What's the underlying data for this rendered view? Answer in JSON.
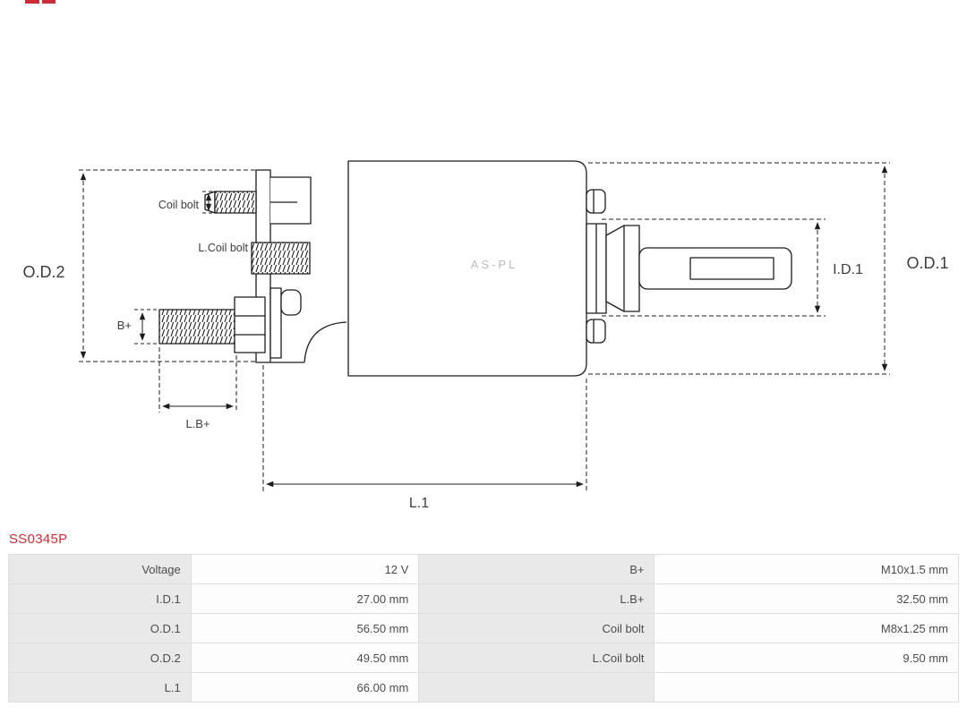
{
  "page": {
    "part_number": "SS0345P",
    "accent_color": "#cb2d35",
    "watermark": "AS-PL"
  },
  "diagram": {
    "labels": {
      "od2": "O.D.2",
      "od1": "O.D.1",
      "id1": "I.D.1",
      "l1": "L.1",
      "lb": "L.B+",
      "b": "B+",
      "coil_bolt": "Coil bolt",
      "l_coil_bolt": "L.Coil bolt"
    }
  },
  "table": {
    "rows": [
      {
        "c0": "Voltage",
        "c1": "12 V",
        "c2": "B+",
        "c3": "M10x1.5 mm"
      },
      {
        "c0": "I.D.1",
        "c1": "27.00 mm",
        "c2": "L.B+",
        "c3": "32.50 mm"
      },
      {
        "c0": "O.D.1",
        "c1": "56.50 mm",
        "c2": "Coil bolt",
        "c3": "M8x1.25 mm"
      },
      {
        "c0": "O.D.2",
        "c1": "49.50 mm",
        "c2": "L.Coil bolt",
        "c3": "9.50 mm"
      },
      {
        "c0": "L.1",
        "c1": "66.00 mm",
        "c2": "",
        "c3": ""
      }
    ]
  }
}
